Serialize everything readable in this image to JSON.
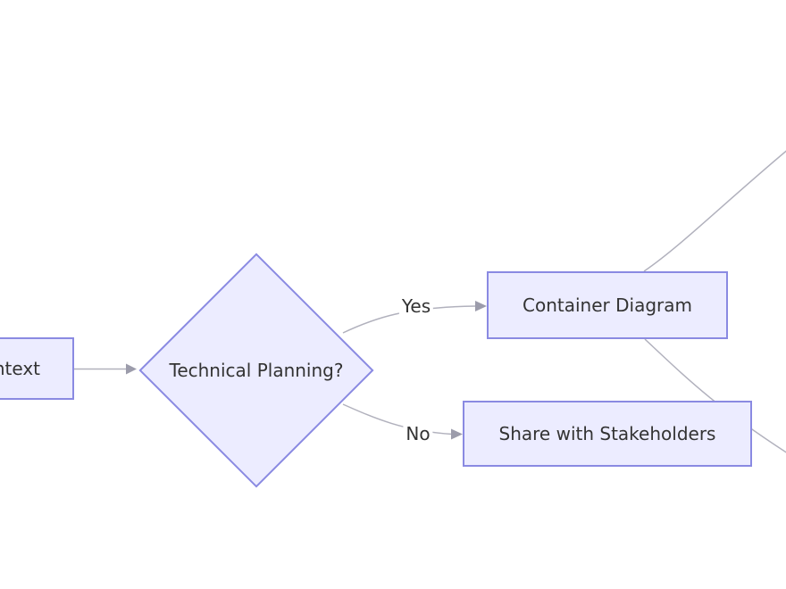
{
  "diagram": {
    "type": "flowchart",
    "background": "#ffffff",
    "palette": {
      "node_fill": "#ECECFF",
      "node_border": "#8a8ae2",
      "edge_line": "#b1b1bd",
      "arrowhead": "#9c9cab",
      "text": "#333333"
    },
    "nodes": [
      {
        "id": "context",
        "shape": "rect",
        "label": "ntext"
      },
      {
        "id": "decision",
        "shape": "diamond",
        "label": "Technical Planning?"
      },
      {
        "id": "container-diagram",
        "shape": "rect",
        "label": "Container Diagram"
      },
      {
        "id": "share-stakeholders",
        "shape": "rect",
        "label": "Share with Stakeholders"
      }
    ],
    "edges": [
      {
        "from": "context",
        "to": "decision",
        "label": ""
      },
      {
        "from": "decision",
        "to": "container-diagram",
        "label": "Yes"
      },
      {
        "from": "decision",
        "to": "share-stakeholders",
        "label": "No"
      },
      {
        "from": "container-diagram",
        "to": "offscreen-top-right",
        "label": ""
      },
      {
        "from": "container-diagram",
        "to": "offscreen-bottom-right",
        "label": ""
      }
    ]
  }
}
